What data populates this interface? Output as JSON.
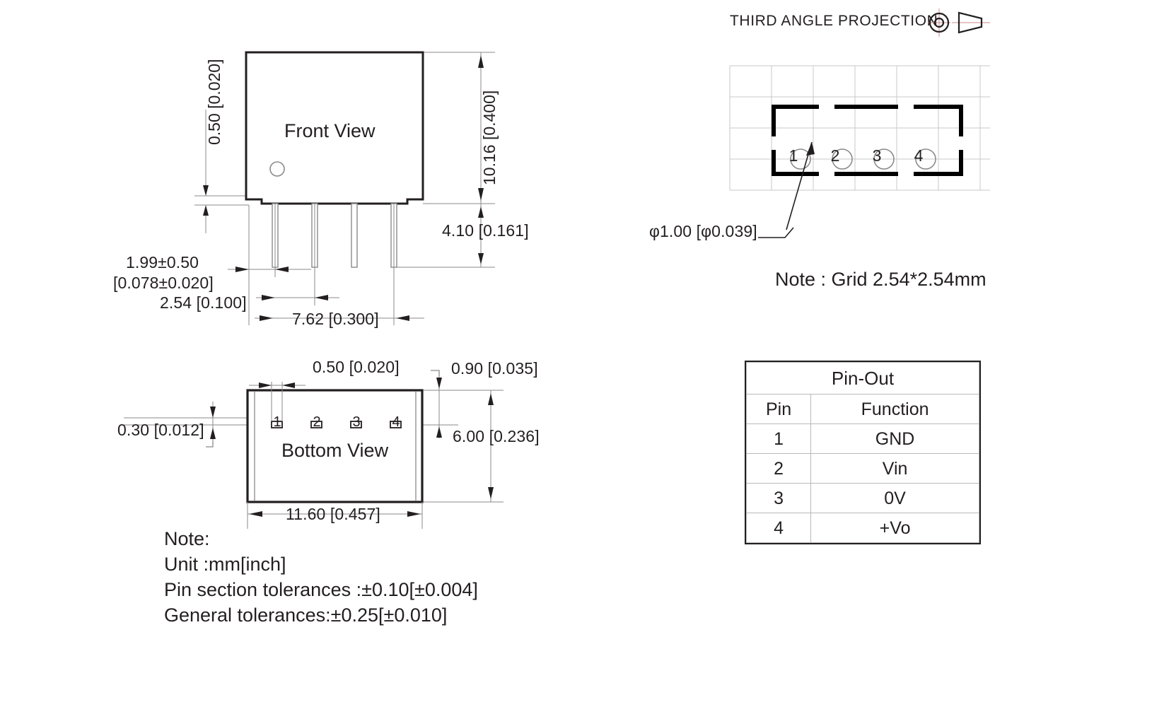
{
  "drawing": {
    "projection_label": "THIRD ANGLE PROJECTION",
    "front_view_label": "Front View",
    "bottom_view_label": "Bottom View",
    "grid_note": "Note : Grid 2.54*2.54mm",
    "hole_dim": "φ1.00 [φ0.039]"
  },
  "front_view": {
    "dim_left_vertical": "0.50 [0.020]",
    "dim_right_vertical": "10.16 [0.400]",
    "dim_lead_length": "4.10 [0.161]",
    "dim_pin_offset_line1": "1.99±0.50",
    "dim_pin_offset_line2": "[0.078±0.020]",
    "dim_pin_pitch": "2.54 [0.100]",
    "dim_pin_span": "7.62 [0.300]"
  },
  "bottom_view": {
    "dim_pad_width": "0.50 [0.020]",
    "dim_pad_edge_top": "0.90 [0.035]",
    "dim_pad_height": "0.30 [0.012]",
    "dim_body_height": "6.00 [0.236]",
    "dim_body_width": "11.60 [0.457]",
    "pins": [
      "1",
      "2",
      "3",
      "4"
    ]
  },
  "footprint": {
    "pins": [
      "1",
      "2",
      "3",
      "4"
    ]
  },
  "pinout": {
    "title": "Pin-Out",
    "headers": [
      "Pin",
      "Function"
    ],
    "rows": [
      {
        "pin": "1",
        "function": "GND"
      },
      {
        "pin": "2",
        "function": "Vin"
      },
      {
        "pin": "3",
        "function": "0V"
      },
      {
        "pin": "4",
        "function": "+Vo"
      }
    ]
  },
  "notes": {
    "heading": "Note:",
    "line1": "Unit :mm[inch]",
    "line2": "Pin section tolerances :±0.10[±0.004]",
    "line3": "General tolerances:±0.25[±0.010]"
  },
  "colors": {
    "ink": "#231f20",
    "thin_line": "#8a8a8a",
    "grid_line": "#c8c8c8",
    "center_mark": "#d08a8a",
    "table_border": "#b9b9b9"
  }
}
